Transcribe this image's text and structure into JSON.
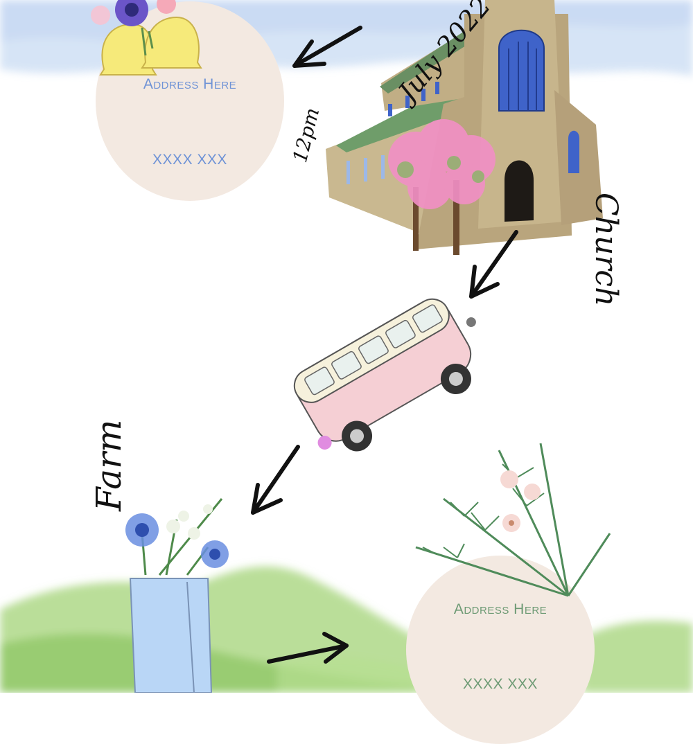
{
  "venues": {
    "top": {
      "address": "Address Here",
      "postcode": "XXXX XXX"
    },
    "bottom": {
      "address": "Address Here",
      "postcode": "XXXX XXX"
    }
  },
  "labels": {
    "church": "Church",
    "farm": "Farm",
    "date": "July 2022",
    "time": "12pm"
  },
  "colors": {
    "sky": "#c9dcf3",
    "hills": "#a9d67f",
    "circle": "#f3e9e1",
    "top_text": "#6f93d6",
    "bottom_text": "#6d9a74",
    "church_stone": "#bba77f",
    "church_roof": "#6f9d6a",
    "window": "#3f63c9",
    "campervan": "#f5cfd4",
    "welly": "#b9d6f6"
  },
  "icons": [
    "bells-icon",
    "church-illustration",
    "campervan-illustration",
    "welly-boot-bouquet",
    "fern-bouquet",
    "arrow-icon"
  ]
}
